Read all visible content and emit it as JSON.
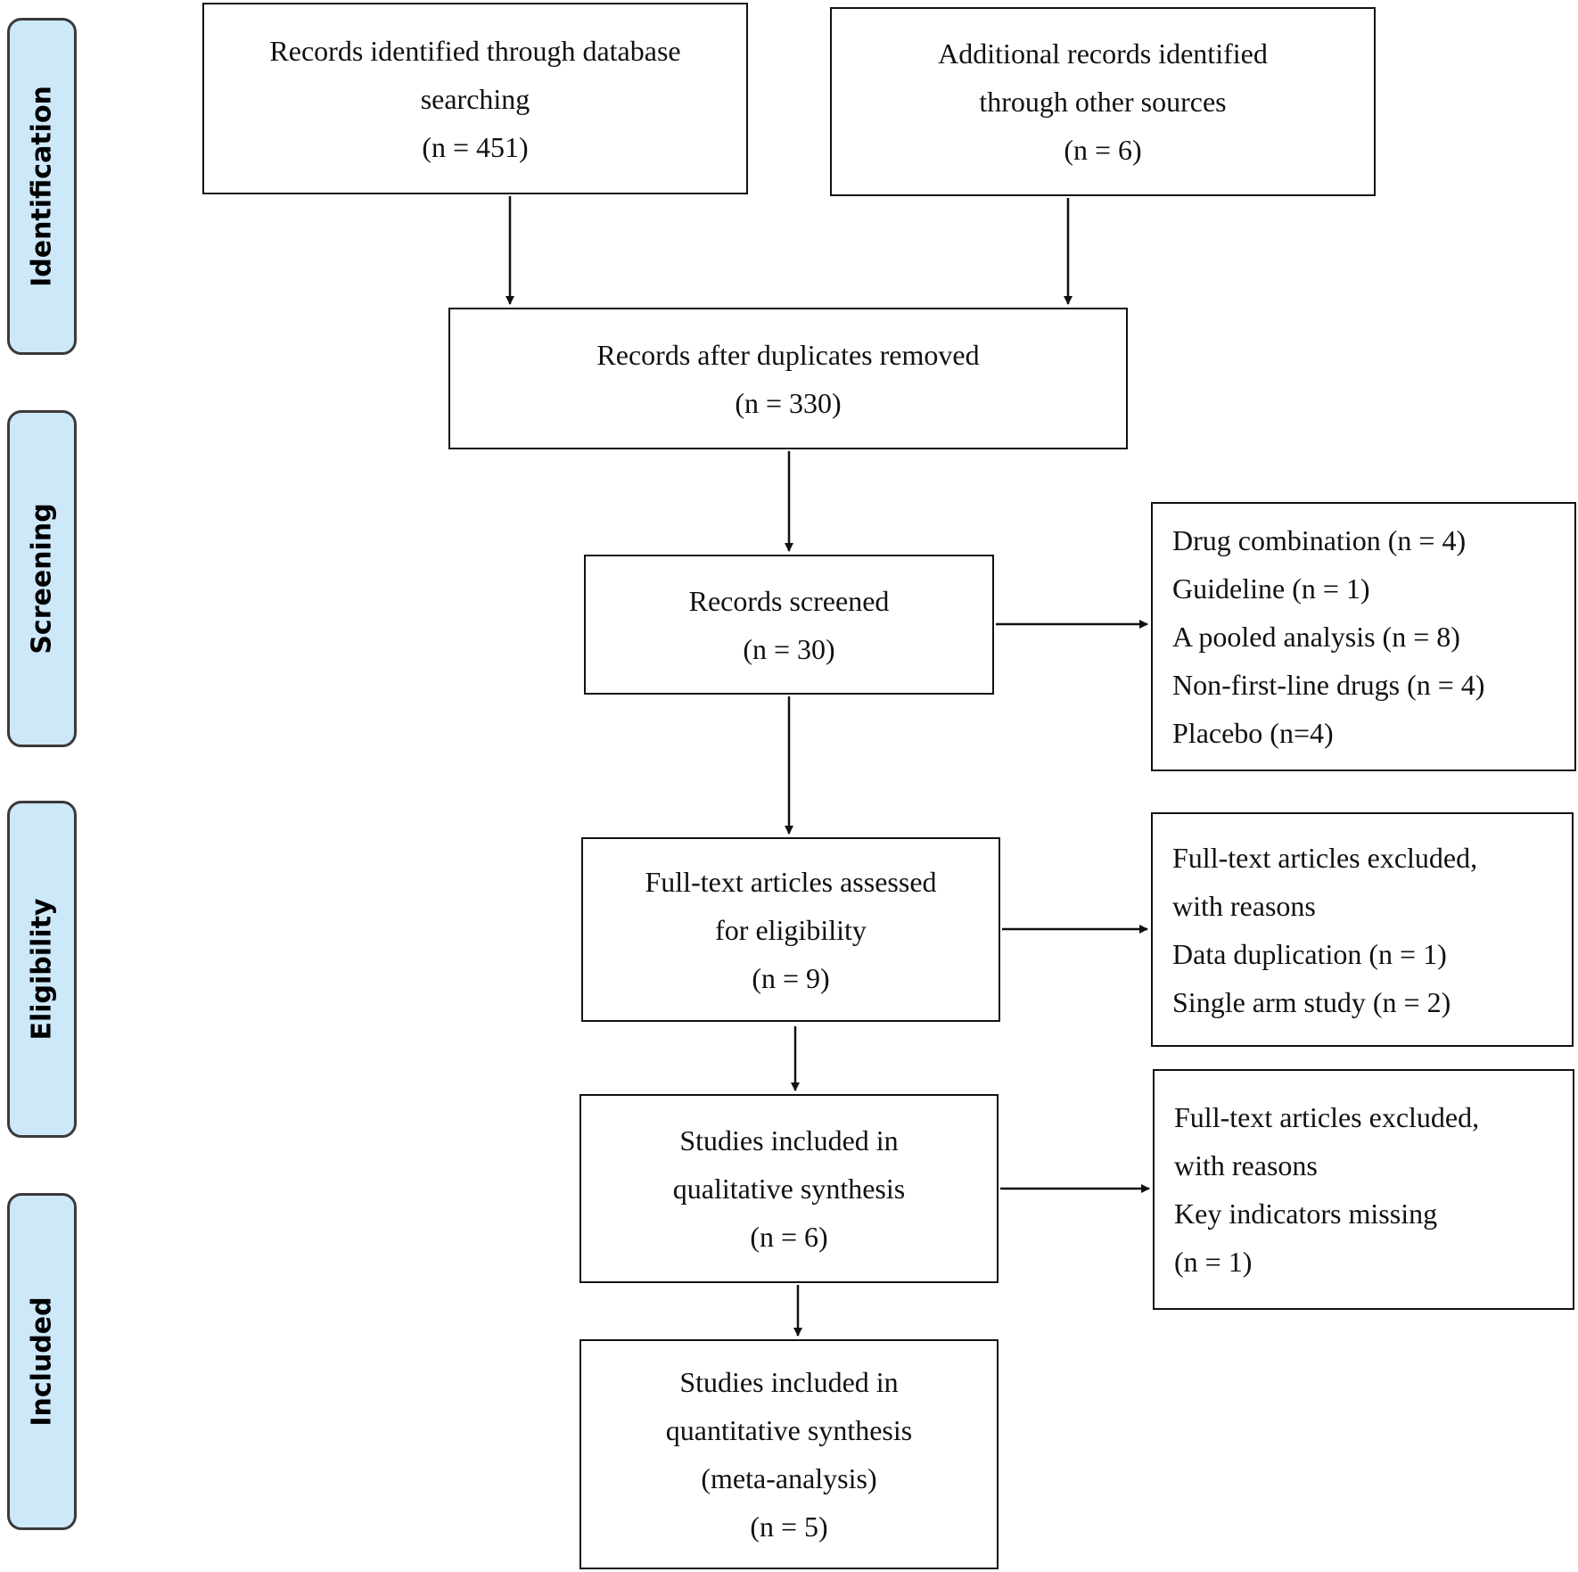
{
  "phases": {
    "identification": "Identification",
    "screening": "Screening",
    "eligibility": "Eligibility",
    "included": "Included"
  },
  "boxes": {
    "database_search": {
      "lines": [
        "Records identified through database",
        "searching",
        "(n = 451)"
      ]
    },
    "other_sources": {
      "lines": [
        "Additional records identified",
        "through other sources",
        "(n = 6)"
      ]
    },
    "after_duplicates": {
      "lines": [
        "Records after duplicates removed",
        "(n = 330)"
      ]
    },
    "screened": {
      "lines": [
        "Records screened",
        "(n = 30)"
      ]
    },
    "screening_excluded": {
      "lines": [
        "Drug combination (n = 4)",
        "Guideline (n = 1)",
        "A pooled analysis (n = 8)",
        "Non-first-line drugs (n = 4)",
        "Placebo (n=4)"
      ]
    },
    "full_text_assessed": {
      "lines": [
        "Full-text articles assessed",
        "for eligibility",
        "(n = 9)"
      ]
    },
    "eligibility_excluded": {
      "lines": [
        "Full-text articles excluded,",
        "with reasons",
        "Data duplication (n = 1)",
        "Single arm study (n = 2)"
      ]
    },
    "qualitative": {
      "lines": [
        "Studies included in",
        "qualitative synthesis",
        "(n = 6)"
      ]
    },
    "qualitative_excluded": {
      "lines": [
        "Full-text articles excluded,",
        "with reasons",
        "Key indicators missing",
        "(n = 1)"
      ]
    },
    "quantitative": {
      "lines": [
        "Studies included in",
        "quantitative synthesis",
        "(meta-analysis)",
        "(n = 5)"
      ]
    }
  }
}
